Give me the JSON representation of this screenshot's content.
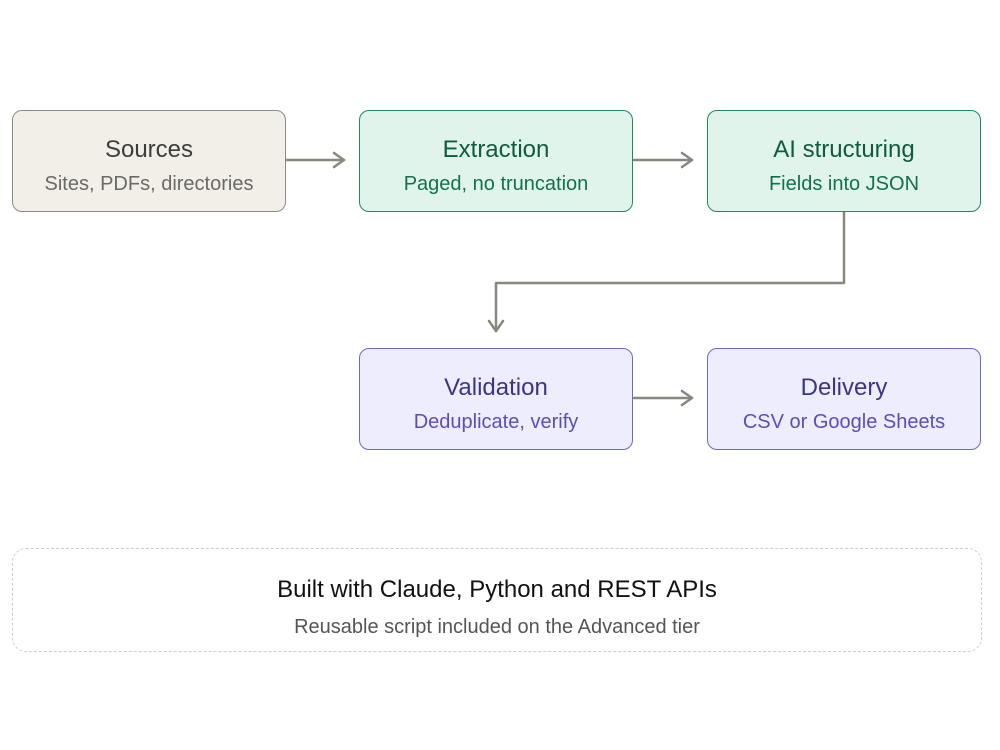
{
  "nodes": {
    "sources": {
      "title": "Sources",
      "subtitle": "Sites, PDFs, directories"
    },
    "extraction": {
      "title": "Extraction",
      "subtitle": "Paged, no truncation"
    },
    "ai_structuring": {
      "title": "AI structuring",
      "subtitle": "Fields into JSON"
    },
    "validation": {
      "title": "Validation",
      "subtitle": "Deduplicate, verify"
    },
    "delivery": {
      "title": "Delivery",
      "subtitle": "CSV or Google Sheets"
    }
  },
  "footer": {
    "title": "Built with Claude, Python and REST APIs",
    "subtitle": "Reusable script included on the Advanced tier"
  },
  "colors": {
    "source_fill": "#f1efe8",
    "process_fill": "#e1f4ec",
    "process_border": "#1d8a62",
    "output_fill": "#eeedfd",
    "output_border": "#6d67c7",
    "connector": "#888780"
  }
}
